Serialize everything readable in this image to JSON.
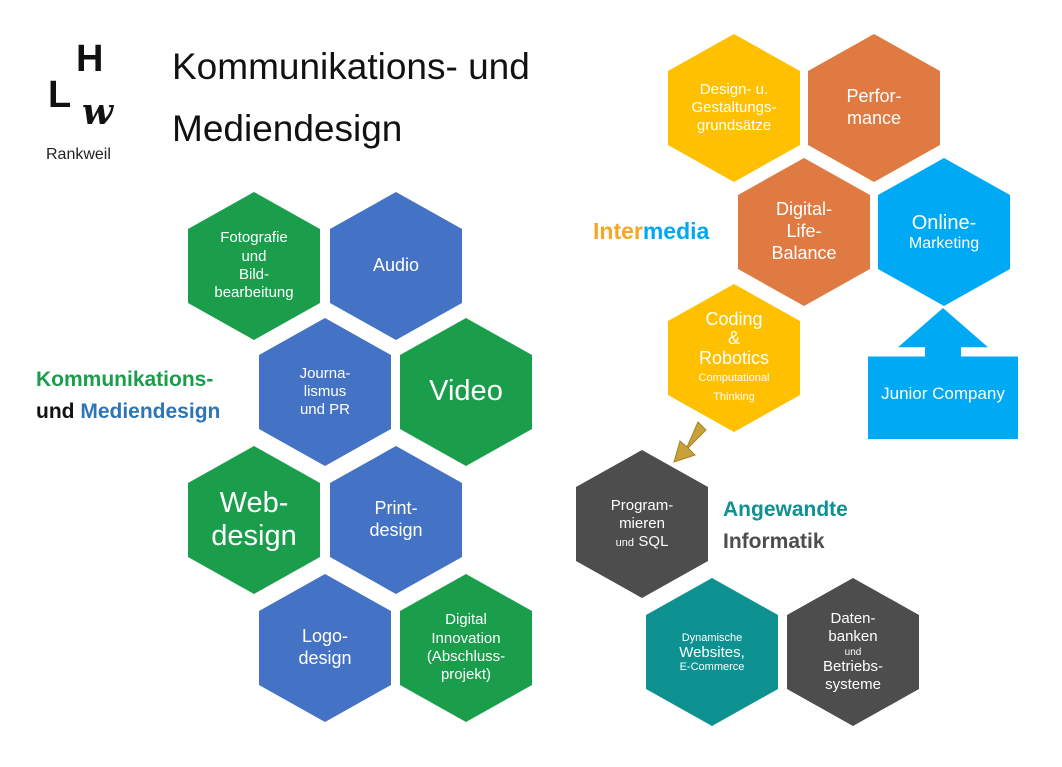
{
  "colors": {
    "green": "#1a9e4c",
    "blue": "#4472c4",
    "yellow": "#ffc000",
    "orange": "#e07a43",
    "lightblue": "#00a9f4",
    "darkgray": "#4d4d4d",
    "teal": "#0d9191"
  },
  "logo": {
    "letter_l": "L",
    "letter_h": "H",
    "letter_w": "w",
    "place": "Rankweil"
  },
  "title": {
    "line1": "Kommunikations- und",
    "line2": "Mediendesign"
  },
  "left_section": {
    "line1": "Kommunikations-",
    "line2_part1": "und ",
    "line2_part2": "Mediendesign"
  },
  "intermedia": {
    "part1": "Inter",
    "part2": "media"
  },
  "angewandte": {
    "line1": "Angewandte",
    "line2": "Informatik"
  },
  "hexagons": {
    "fotografie": "Fotografie\nund\nBild-\nbearbeitung",
    "audio": "Audio",
    "journalismus": "Journa-\nlismus\nund PR",
    "video": "Video",
    "webdesign": "Web-\ndesign",
    "printdesign": "Print-\ndesign",
    "logodesign": "Logo-\ndesign",
    "digital_innovation": "Digital\nInnovation\n(Abschluss-\nprojekt)",
    "design_grundsaetze": "Design- u.\nGestaltungs-\ngrundsätze",
    "performance": "Perfor-\nmance",
    "digital_life": "Digital-\nLife-\nBalance",
    "online_marketing_1": "Online-",
    "online_marketing_2": "Marketing",
    "coding_1": "Coding\n&\nRobotics",
    "coding_2": "Computational\nThinking",
    "programmieren_1": "Program-\nmieren",
    "programmieren_2": "und",
    "programmieren_3": "SQL",
    "dynamische_1": "Dynamische",
    "dynamische_2": "Websites,",
    "dynamische_3": "E-Commerce",
    "datenbanken_1": "Daten-\nbanken",
    "datenbanken_2": "und",
    "datenbanken_3": "Betriebs-\nsysteme"
  },
  "junior_company": "Junior Company"
}
